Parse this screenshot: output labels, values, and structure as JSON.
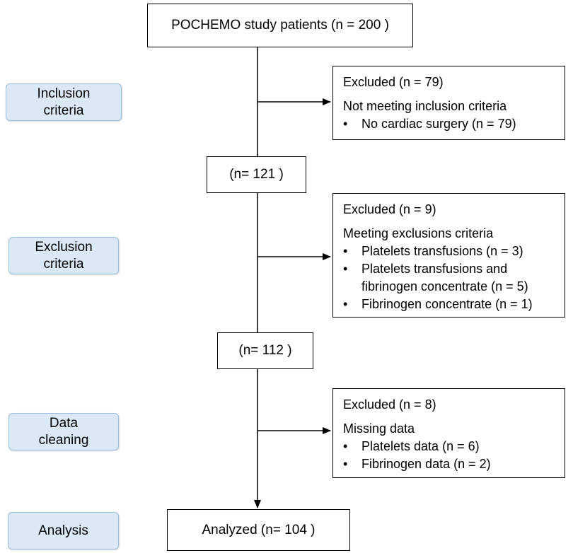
{
  "stages": {
    "inclusion": [
      "Inclusion",
      "criteria"
    ],
    "exclusion": [
      "Exclusion",
      "criteria"
    ],
    "cleaning": [
      "Data",
      "cleaning"
    ],
    "analysis": "Analysis"
  },
  "flow": {
    "start": "POCHEMO study patients (n = 200 )",
    "after_inclusion": "(n= 121 )",
    "after_exclusion": "(n= 112 )",
    "final": "Analyzed (n= 104 )"
  },
  "excluded": {
    "inclusion": {
      "title": "Excluded  (n = 79)",
      "subtitle": "Not meeting inclusion criteria",
      "items": [
        "No cardiac surgery (n = 79)"
      ]
    },
    "exclusion": {
      "title": "Excluded  (n = 9)",
      "subtitle": "Meeting exclusions criteria",
      "items": [
        "Platelets transfusions (n = 3)",
        "Platelets transfusions and fibrinogen concentrate (n = 5)",
        "Fibrinogen concentrate (n = 1)"
      ]
    },
    "cleaning": {
      "title": "Excluded  (n = 8)",
      "subtitle": "Missing data",
      "items": [
        "Platelets data (n = 6)",
        "Fibrinogen data (n = 2)"
      ]
    }
  }
}
